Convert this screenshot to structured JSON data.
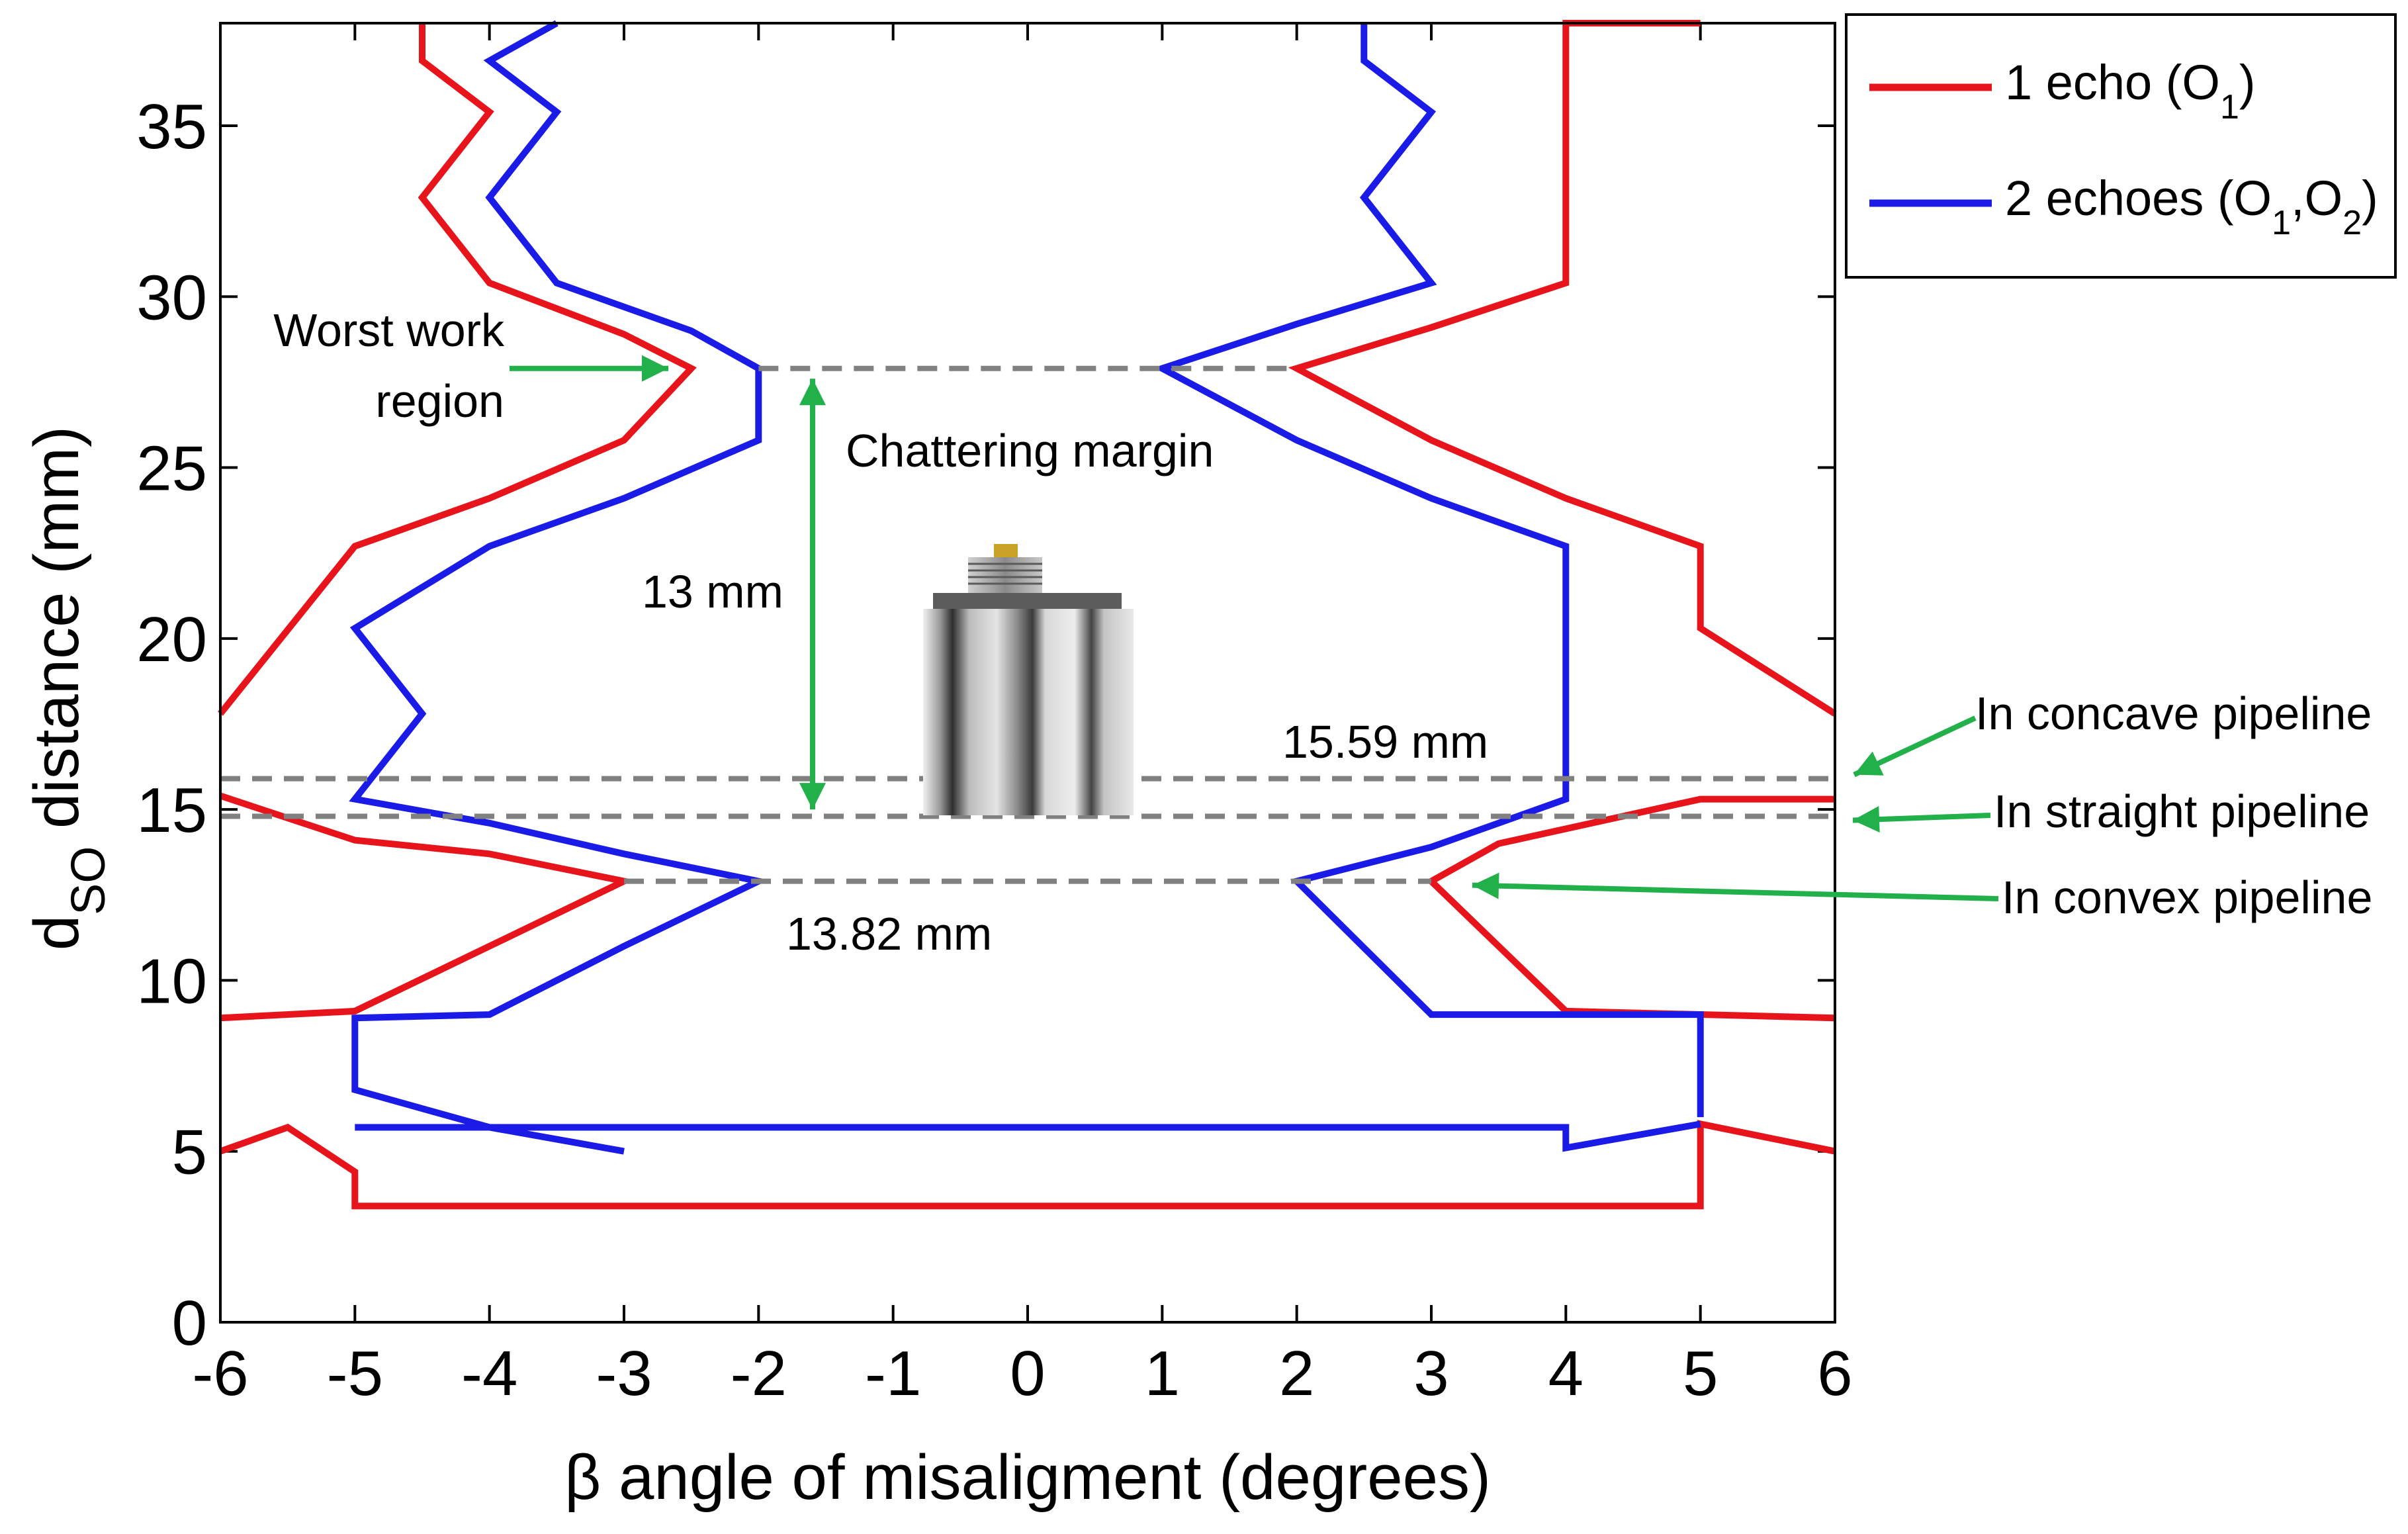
{
  "chart_data": {
    "type": "line",
    "xlabel": "β angle of misaligment (degrees)",
    "ylabel_main": "d",
    "ylabel_sub": "SO",
    "ylabel_rest": " distance (mm)",
    "xlim": [
      -6,
      6
    ],
    "ylim": [
      0,
      38
    ],
    "xticks": [
      -6,
      -5,
      -4,
      -3,
      -2,
      -1,
      0,
      1,
      2,
      3,
      4,
      5,
      6
    ],
    "yticks": [
      0,
      5,
      10,
      15,
      20,
      25,
      30,
      35
    ],
    "grid": false,
    "legend_position": "top-right-outside",
    "legend": [
      {
        "main": "1 echo (O",
        "sub": "1",
        "tail": ")",
        "color": "#e8141b"
      },
      {
        "main": "2 echoes (O",
        "sub": "1",
        "mid": ",O",
        "sub2": "2",
        "tail": ")",
        "color": "#1b1be8"
      }
    ],
    "series": [
      {
        "color": "#e8141b",
        "paths": [
          [
            [
              -4.5,
              38
            ],
            [
              -4.5,
              36.9
            ],
            [
              -4,
              35.4
            ],
            [
              -4.5,
              32.9
            ],
            [
              -4,
              30.4
            ],
            [
              -3,
              28.9
            ],
            [
              -2.5,
              27.9
            ],
            [
              -3,
              25.8
            ],
            [
              -4,
              24.1
            ],
            [
              -5,
              22.7
            ],
            [
              -6,
              17.8
            ]
          ],
          [
            [
              5,
              38
            ],
            [
              4,
              38
            ],
            [
              4,
              30.4
            ],
            [
              3,
              29.1
            ],
            [
              2,
              27.9
            ],
            [
              3,
              25.8
            ],
            [
              4,
              24.1
            ],
            [
              5,
              22.7
            ],
            [
              5,
              20.3
            ],
            [
              6,
              17.8
            ]
          ],
          [
            [
              -6,
              15.4
            ],
            [
              -5,
              14.1
            ],
            [
              -4,
              13.7
            ],
            [
              -3,
              12.9
            ],
            [
              -4,
              11
            ],
            [
              -5,
              9.1
            ],
            [
              -6,
              8.9
            ]
          ],
          [
            [
              6,
              15.3
            ],
            [
              5,
              15.3
            ],
            [
              3.5,
              14
            ],
            [
              3,
              12.9
            ],
            [
              4,
              9.1
            ],
            [
              6,
              8.9
            ]
          ],
          [
            [
              -6,
              5
            ],
            [
              -5.5,
              5.7
            ],
            [
              -5,
              4.4
            ],
            [
              -5,
              3.4
            ],
            [
              5,
              3.4
            ],
            [
              5,
              5.8
            ],
            [
              6,
              5
            ]
          ]
        ]
      },
      {
        "color": "#1b1be8",
        "paths": [
          [
            [
              -3.5,
              38
            ],
            [
              -4,
              36.9
            ],
            [
              -3.5,
              35.4
            ],
            [
              -4,
              32.9
            ],
            [
              -3.5,
              30.4
            ],
            [
              -2.5,
              29
            ],
            [
              -2,
              27.9
            ],
            [
              -2,
              25.8
            ],
            [
              -3,
              24.1
            ],
            [
              -4,
              22.7
            ],
            [
              -5,
              20.3
            ],
            [
              -4.5,
              17.8
            ],
            [
              -5,
              15.3
            ],
            [
              -4,
              14.6
            ],
            [
              -3,
              13.7
            ],
            [
              -2,
              12.9
            ],
            [
              -3,
              11
            ],
            [
              -4,
              9
            ],
            [
              -5,
              8.9
            ],
            [
              -5,
              6.8
            ],
            [
              -4,
              5.7
            ],
            [
              -3,
              5.0
            ]
          ],
          [
            [
              2.5,
              38
            ],
            [
              2.5,
              36.9
            ],
            [
              3,
              35.4
            ],
            [
              2.5,
              32.9
            ],
            [
              3,
              30.4
            ],
            [
              2,
              29.2
            ],
            [
              1,
              27.9
            ],
            [
              2,
              25.8
            ],
            [
              3,
              24.1
            ],
            [
              4,
              22.7
            ],
            [
              4,
              15.3
            ],
            [
              3,
              13.9
            ],
            [
              2,
              12.9
            ],
            [
              3,
              9
            ],
            [
              5,
              9
            ],
            [
              5,
              6
            ]
          ],
          [
            [
              -5,
              5.7
            ],
            [
              4,
              5.7
            ],
            [
              4,
              5.1
            ],
            [
              5,
              5.8
            ]
          ]
        ]
      }
    ],
    "reference_lines": [
      {
        "y": 27.9,
        "x0": -2,
        "x1": 2
      },
      {
        "y": 15.9,
        "x0": -6,
        "x1": 6
      },
      {
        "y": 14.8,
        "x0": -6,
        "x1": 6
      },
      {
        "y": 12.9,
        "x0": -3,
        "x1": 3
      }
    ],
    "annotations": {
      "worst_line1": "Worst work",
      "worst_line2": "region",
      "chattering": "Chattering margin",
      "margin": "13 mm",
      "upper_distance": "15.59 mm",
      "lower_distance": "13.82 mm",
      "concave": "In concave pipeline",
      "straight": "In straight pipeline",
      "convex": "In convex pipeline"
    },
    "annotation_color": "#22b04a",
    "reference_line_color": "#808080"
  }
}
